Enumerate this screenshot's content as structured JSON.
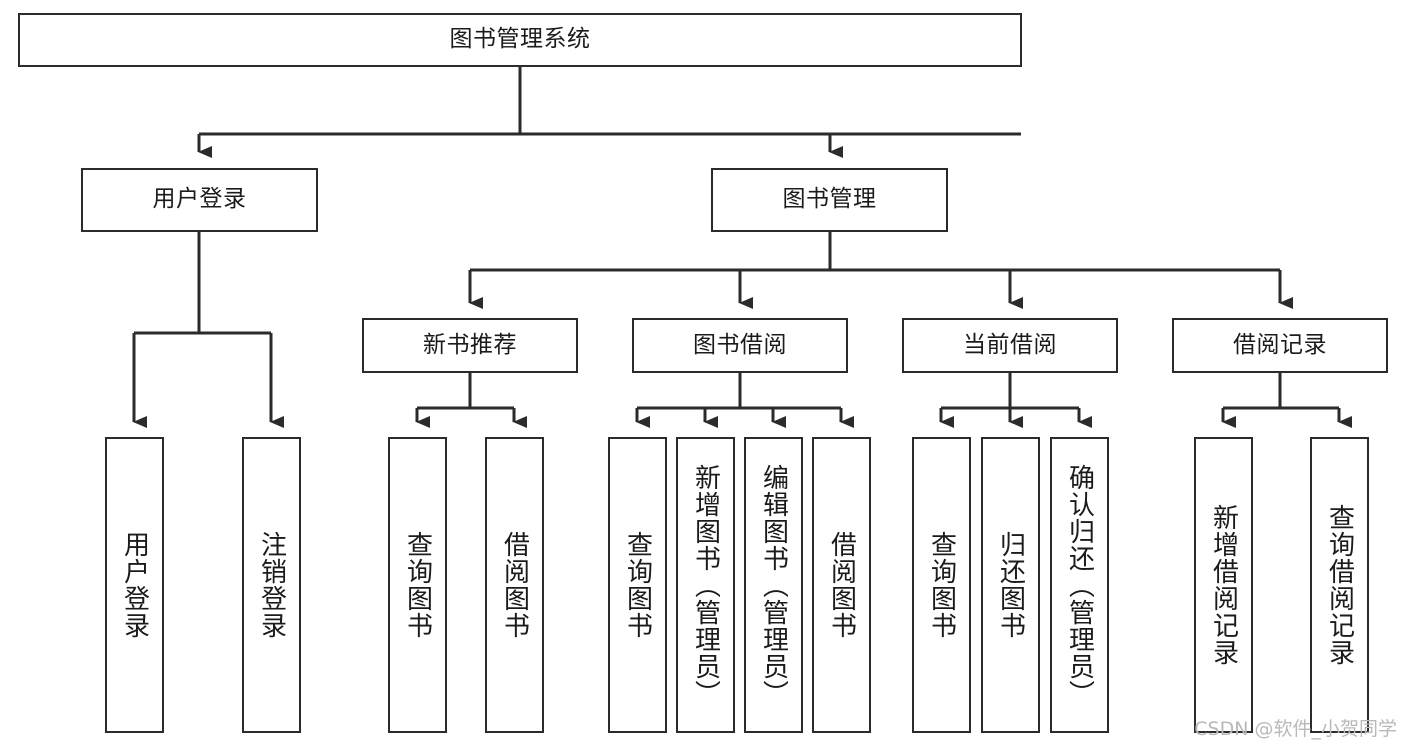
{
  "diagram": {
    "title": "图书管理系统",
    "type": "tree-hierarchy",
    "orientation": "top-down",
    "root": {
      "id": "root",
      "label": "图书管理系统"
    },
    "level2": [
      {
        "id": "user-login",
        "label": "用户登录"
      },
      {
        "id": "book-manage",
        "label": "图书管理"
      }
    ],
    "level3": [
      {
        "id": "new-book-rec",
        "label": "新书推荐",
        "parent": "book-manage"
      },
      {
        "id": "book-borrow",
        "label": "图书借阅",
        "parent": "book-manage"
      },
      {
        "id": "current-borrow",
        "label": "当前借阅",
        "parent": "book-manage"
      },
      {
        "id": "borrow-record",
        "label": "借阅记录",
        "parent": "book-manage"
      }
    ],
    "leaves": {
      "user_login": [
        {
          "id": "leaf-user-login",
          "label": "用户登录"
        },
        {
          "id": "leaf-user-logout",
          "label": "注销登录"
        }
      ],
      "new_book_rec": [
        {
          "id": "leaf-query-book-1",
          "label": "查询图书"
        },
        {
          "id": "leaf-borrow-book-1",
          "label": "借阅图书"
        }
      ],
      "book_borrow": [
        {
          "id": "leaf-query-book-2",
          "label": "查询图书"
        },
        {
          "id": "leaf-add-book",
          "label": "新增图书（管理员）"
        },
        {
          "id": "leaf-edit-book",
          "label": "编辑图书（管理员）"
        },
        {
          "id": "leaf-borrow-book-2",
          "label": "借阅图书"
        }
      ],
      "current_borrow": [
        {
          "id": "leaf-query-book-3",
          "label": "查询图书"
        },
        {
          "id": "leaf-return-book",
          "label": "归还图书"
        },
        {
          "id": "leaf-confirm-return",
          "label": "确认归还（管理员）"
        }
      ],
      "borrow_record": [
        {
          "id": "leaf-add-record",
          "label": "新增借阅记录"
        },
        {
          "id": "leaf-query-record",
          "label": "查询借阅记录"
        }
      ]
    }
  },
  "watermark": {
    "text": "CSDN @软件_小贺同学"
  },
  "colors": {
    "stroke": "#2b2b2b",
    "fill": "#ffffff",
    "text": "#1b1b1b",
    "watermark": "#b9b9b9"
  }
}
